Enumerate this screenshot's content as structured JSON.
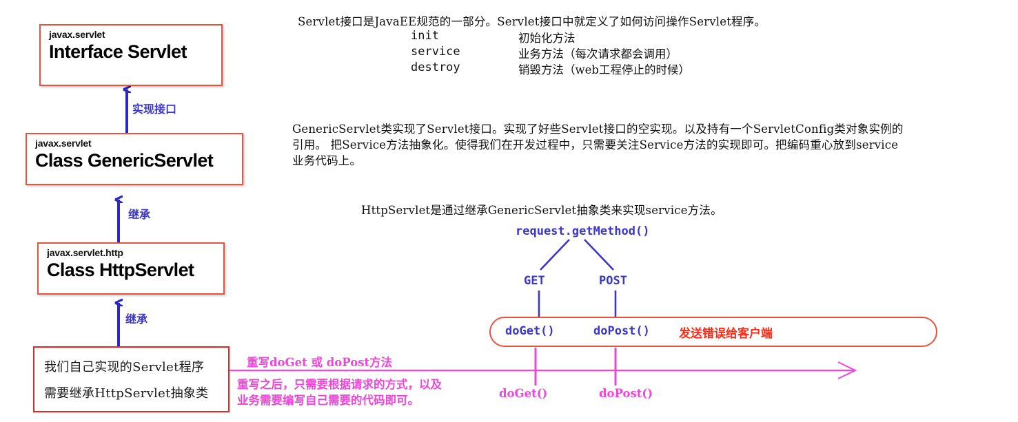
{
  "diagram": {
    "title": "Servlet 继承体系图",
    "colors": {
      "box_border_red": "#e8523f",
      "impl_border_red": "#f0241f",
      "arrow_blue": "#2b27c4",
      "label_blue": "#3a36c8",
      "magenta": "#ef45d8",
      "red_text": "#ff2a15",
      "background": "#ffffff"
    }
  },
  "hierarchy": {
    "boxes": [
      {
        "package": "javax.servlet",
        "class": "Interface Servlet"
      },
      {
        "package": "javax.servlet",
        "class": "Class GenericServlet"
      },
      {
        "package": "javax.servlet.http",
        "class": "Class HttpServlet"
      }
    ],
    "impl_box": {
      "line1": "我们自己实现的Servlet程序",
      "line2": "需要继承HttpServlet抽象类"
    },
    "arrow_labels": [
      {
        "text": "实现接口"
      },
      {
        "text": "继承"
      },
      {
        "text": "继承"
      }
    ]
  },
  "notes": {
    "servlet_interface": {
      "intro": "Servlet接口是JavaEE规范的一部分。Servlet接口中就定义了如何访问操作Servlet程序。",
      "methods": [
        {
          "name": "init",
          "desc": "初始化方法"
        },
        {
          "name": "service",
          "desc": "业务方法（每次请求都会调用）"
        },
        {
          "name": "destroy",
          "desc": "销毁方法（web工程停止的时候）"
        }
      ]
    },
    "generic_servlet": {
      "line1": "GenericServlet类实现了Servlet接口。实现了好些Servlet接口的空实现。以及持有一个ServletConfig类对象实例的",
      "line2": "引用。 把Service方法抽象化。使得我们在开发过程中，只需要关注Service方法的实现即可。把编码重心放到service",
      "line3": "业务代码上。"
    },
    "http_servlet": {
      "line1": "HttpServlet是通过继承GenericServlet抽象类来实现service方法。"
    }
  },
  "flow": {
    "root": "request.getMethod()",
    "branches": [
      {
        "label": "GET",
        "method": "doGet()"
      },
      {
        "label": "POST",
        "method": "doPost()"
      }
    ],
    "methods_box": {
      "do_get": "doGet()",
      "do_post": "doPost()",
      "error_note": "发送错误给客户端"
    }
  },
  "override": {
    "headline": "重写doGet 或 doPost方法",
    "detail_line1": "重写之后，只需要根据请求的方式，以及",
    "detail_line2": "业务需要编写自己需要的代码即可。",
    "do_get": "doGet()",
    "do_post": "doPost()"
  }
}
